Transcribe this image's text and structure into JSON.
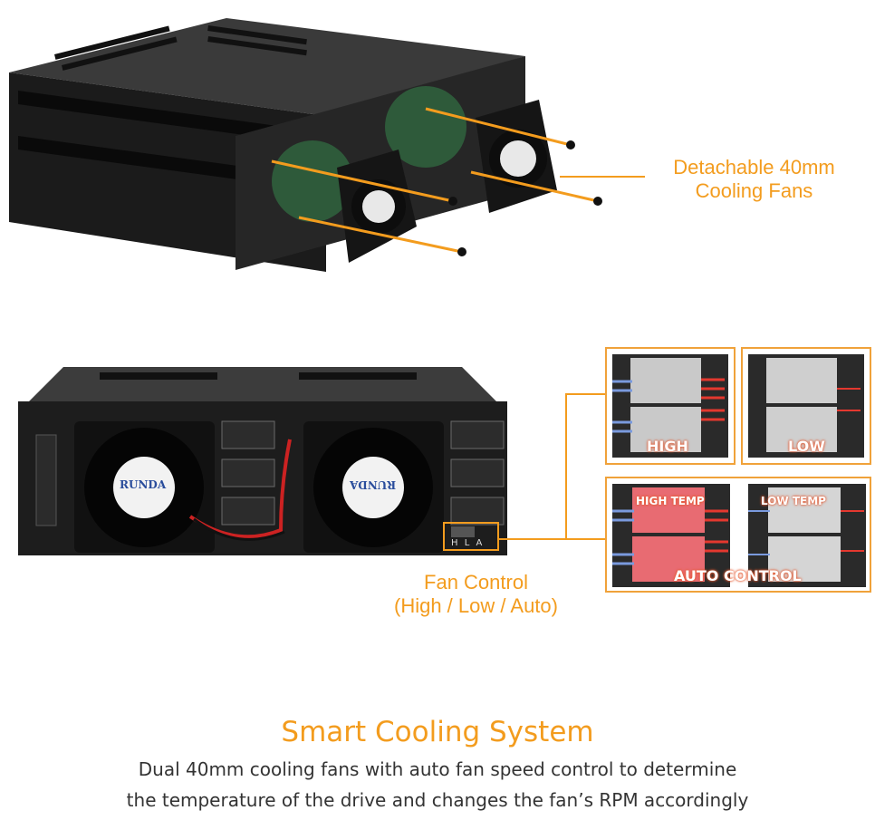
{
  "callouts": {
    "fans_line1": "Detachable 40mm",
    "fans_line2": "Cooling Fans",
    "control_line1": "Fan Control",
    "control_line2": "(High / Low / Auto)"
  },
  "modes": {
    "high": "HIGH",
    "low": "LOW",
    "high_temp": "HIGH TEMP",
    "low_temp": "LOW TEMP",
    "auto": "AUTO CONTROL"
  },
  "switch_letters": "H L A",
  "fan_brand": "RUNDA",
  "footer": {
    "title": "Smart Cooling System",
    "line1": "Dual 40mm cooling fans with auto fan speed control to determine",
    "line2": "the temperature of the drive and changes the fan’s RPM accordingly"
  },
  "colors": {
    "accent": "#f39c1e",
    "chassis": "#1e1e1e",
    "airflow_hot": "#e4382f",
    "airflow_cool": "#6a8fd8"
  }
}
